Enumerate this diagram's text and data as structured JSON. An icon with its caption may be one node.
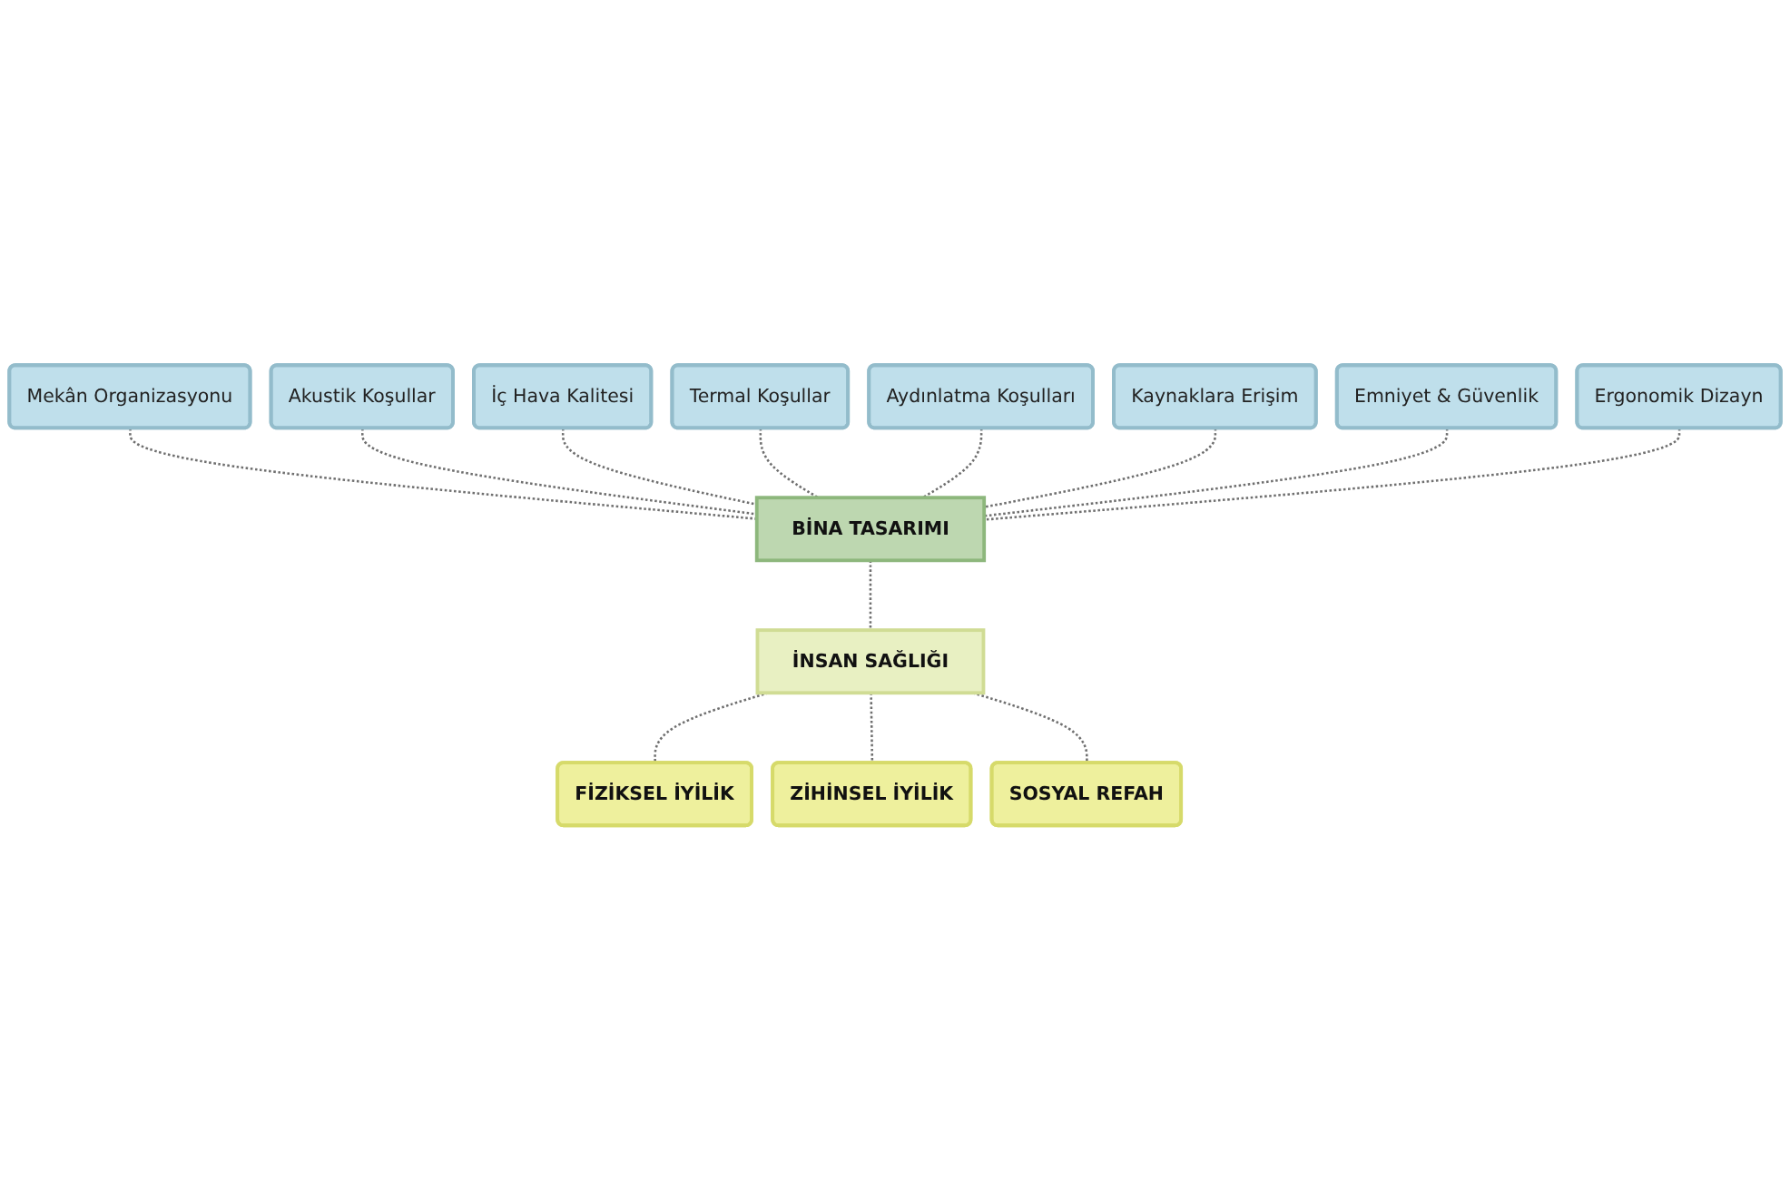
{
  "diagram": {
    "nodes": [
      {
        "text": [
          "Mekân Organizasyonu"
        ]
      },
      {
        "text": [
          "Akustik Koşullar"
        ]
      },
      {
        "text": [
          "İç Hava Kalitesi"
        ]
      },
      {
        "text": [
          "Termal Koşullar"
        ]
      },
      {
        "text": [
          "Aydınlatma Koşulları"
        ]
      },
      {
        "text": [
          "Kaynaklara Erişim"
        ]
      },
      {
        "text": [
          "Emniyet & Güvenlik"
        ]
      },
      {
        "text": [
          "Ergonomik Dizayn"
        ]
      },
      {
        "text": [
          "BİNA TASARIMI"
        ]
      },
      {
        "text": [
          "İNSAN SAĞLIĞI"
        ]
      },
      {
        "text": [
          "FİZİKSEL İYİLİK"
        ]
      },
      {
        "text": [
          "ZİHİNSEL İYİLİK"
        ]
      },
      {
        "text": [
          "SOSYAL REFAH"
        ]
      }
    ],
    "edges": [
      {
        "from": 0,
        "to": 8,
        "arrow": "none",
        "style": "dashed"
      },
      {
        "from": 1,
        "to": 8,
        "arrow": "none",
        "style": "dashed"
      },
      {
        "from": 2,
        "to": 8,
        "arrow": "none",
        "style": "dashed"
      },
      {
        "from": 3,
        "to": 8,
        "arrow": "none",
        "style": "dashed"
      },
      {
        "from": 4,
        "to": 8,
        "arrow": "none",
        "style": "dashed"
      },
      {
        "from": 5,
        "to": 8,
        "arrow": "none",
        "style": "dashed"
      },
      {
        "from": 6,
        "to": 8,
        "arrow": "none",
        "style": "dashed"
      },
      {
        "from": 7,
        "to": 8,
        "arrow": "none",
        "style": "dashed"
      },
      {
        "from": 8,
        "to": 9,
        "arrow": "none",
        "style": "dashed"
      },
      {
        "from": 9,
        "to": 10,
        "arrow": "none",
        "style": "dashed"
      },
      {
        "from": 9,
        "to": 11,
        "arrow": "none",
        "style": "dashed"
      },
      {
        "from": 9,
        "to": 12,
        "arrow": "none",
        "style": "dashed"
      }
    ]
  }
}
